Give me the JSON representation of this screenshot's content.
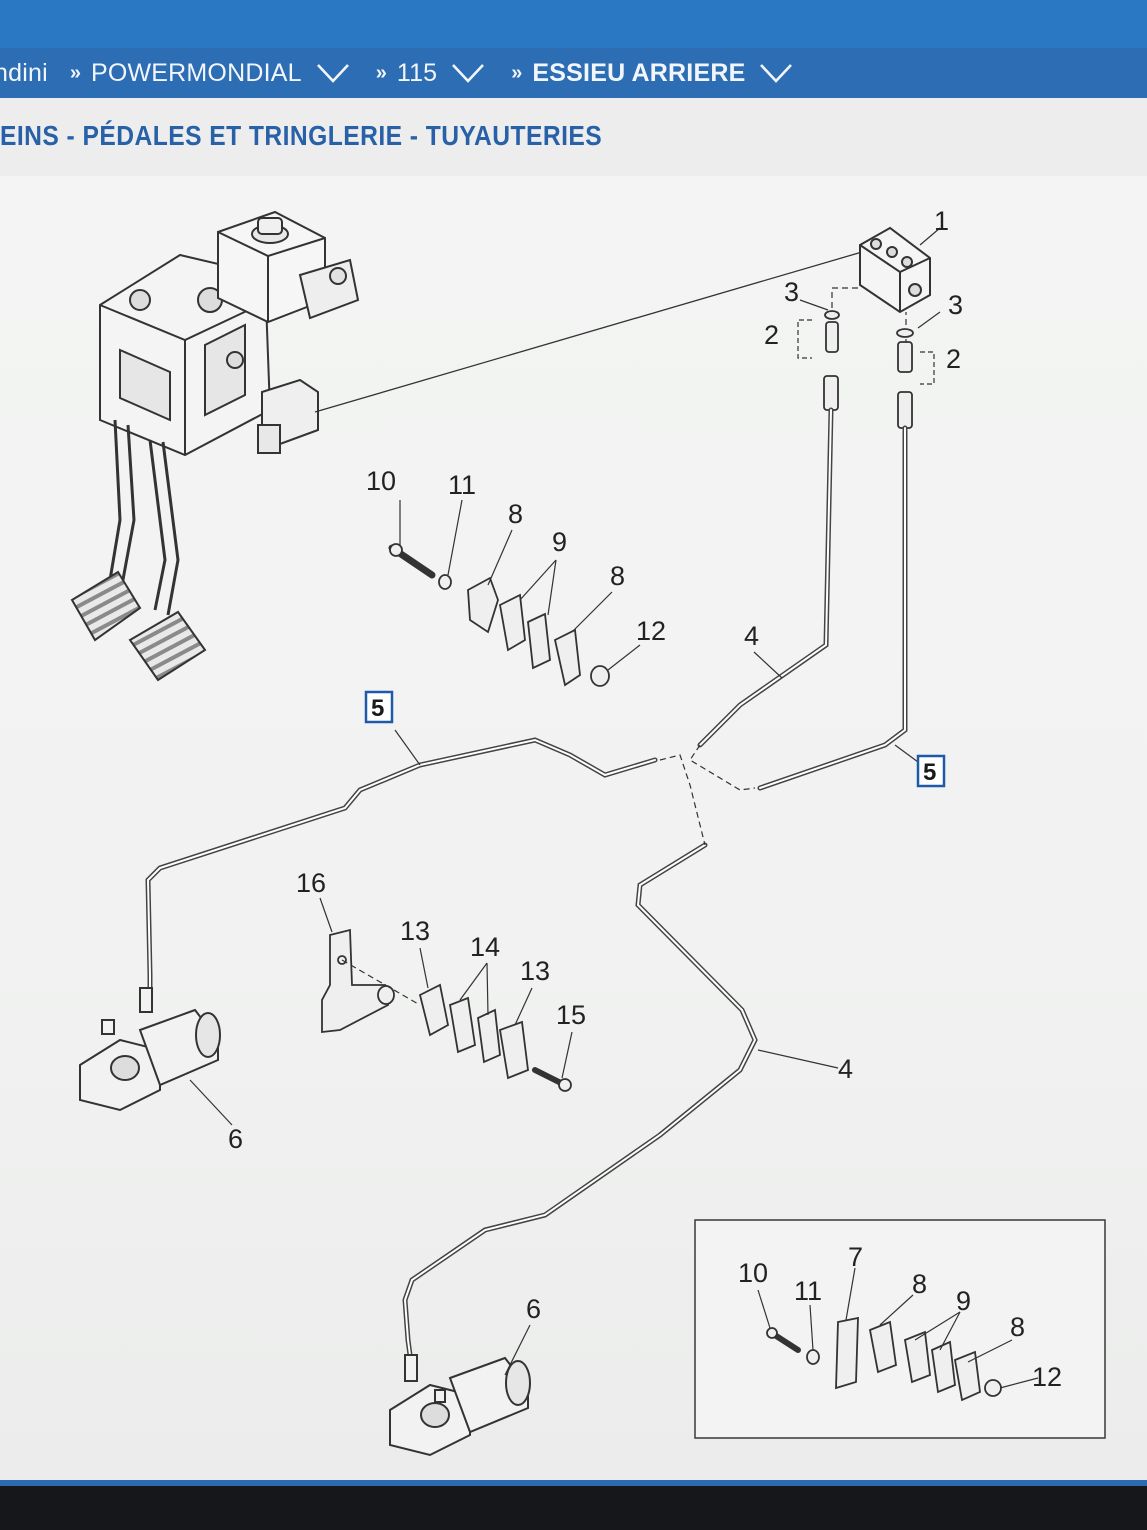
{
  "breadcrumb": {
    "items": [
      {
        "label": "ndini",
        "has_dropdown": false,
        "bold": false
      },
      {
        "label": "POWERMONDIAL",
        "has_dropdown": true,
        "bold": false
      },
      {
        "label": "115",
        "has_dropdown": true,
        "bold": false
      },
      {
        "label": "ESSIEU ARRIERE",
        "has_dropdown": true,
        "bold": true
      }
    ],
    "separator": "»"
  },
  "page_title": "EINS - PÉDALES ET TRINGLERIE - TUYAUTERIES",
  "diagram": {
    "callouts": {
      "c1": "1",
      "c2a": "2",
      "c2b": "2",
      "c3a": "3",
      "c3b": "3",
      "c4a": "4",
      "c4b": "4",
      "c5a": "5",
      "c5b": "5",
      "c6a": "6",
      "c6b": "6",
      "c7": "7",
      "c8a": "8",
      "c8b": "8",
      "c8c": "8",
      "c8d": "8",
      "c9a": "9",
      "c9b": "9",
      "c10a": "10",
      "c10b": "10",
      "c11a": "11",
      "c11b": "11",
      "c12a": "12",
      "c12b": "12",
      "c13a": "13",
      "c13b": "13",
      "c14": "14",
      "c15": "15",
      "c16": "16"
    }
  },
  "colors": {
    "header_blue": "#2d6db4",
    "title_blue": "#2961a8",
    "boxed_label_border": "#1e5aa8"
  }
}
